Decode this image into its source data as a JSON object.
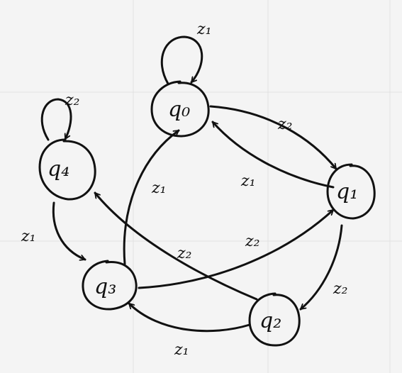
{
  "states": [
    {
      "id": "q0",
      "label": "q₀"
    },
    {
      "id": "q1",
      "label": "q₁"
    },
    {
      "id": "q2",
      "label": "q₂"
    },
    {
      "id": "q3",
      "label": "q₃"
    },
    {
      "id": "q4",
      "label": "q₄"
    }
  ],
  "transitions": [
    {
      "from": "q0",
      "to": "q0",
      "label": "z₁"
    },
    {
      "from": "q4",
      "to": "q4",
      "label": "z₂"
    },
    {
      "from": "q0",
      "to": "q1",
      "label": "z₂"
    },
    {
      "from": "q1",
      "to": "q0",
      "label": "z₁"
    },
    {
      "from": "q1",
      "to": "q2",
      "label": "z₂"
    },
    {
      "from": "q2",
      "to": "q3",
      "label": "z₁"
    },
    {
      "from": "q3",
      "to": "q1",
      "label": "z₂"
    },
    {
      "from": "q3",
      "to": "q0",
      "label": "z₁"
    },
    {
      "from": "q2",
      "to": "q4",
      "label": "z₂"
    },
    {
      "from": "q4",
      "to": "q3",
      "label": "z₁"
    }
  ]
}
